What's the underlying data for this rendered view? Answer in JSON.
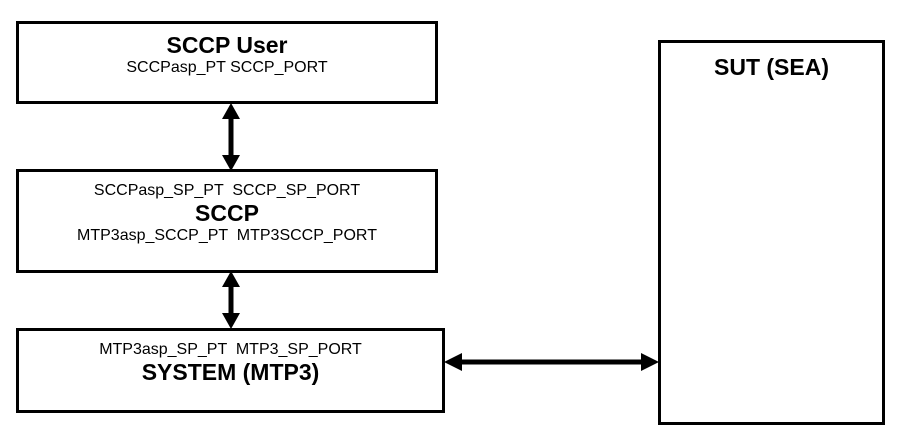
{
  "diagram": {
    "title_semantics": "SCCP protocol test configuration",
    "boxes": [
      {
        "id": "sccp-user",
        "title": "SCCP User",
        "lines_above": [],
        "lines_below": [
          "SCCPasp_PT SCCP_PORT"
        ]
      },
      {
        "id": "sccp",
        "title": "SCCP",
        "lines_above": [
          "SCCPasp_SP_PT  SCCP_SP_PORT"
        ],
        "lines_below": [
          "MTP3asp_SCCP_PT  MTP3SCCP_PORT"
        ]
      },
      {
        "id": "system-mtp3",
        "title": "SYSTEM (MTP3)",
        "lines_above": [
          "MTP3asp_SP_PT  MTP3_SP_PORT"
        ],
        "lines_below": []
      },
      {
        "id": "sut-sea",
        "title": "SUT (SEA)",
        "lines_above": [],
        "lines_below": []
      }
    ],
    "connectors": [
      {
        "id": "sccp-user-to-sccp",
        "kind": "double-arrow-vertical"
      },
      {
        "id": "sccp-to-system",
        "kind": "double-arrow-vertical"
      },
      {
        "id": "system-to-sut",
        "kind": "double-arrow-horizontal"
      }
    ],
    "colors": {
      "stroke": "#000000",
      "fill": "#ffffff",
      "text": "#000000"
    }
  }
}
